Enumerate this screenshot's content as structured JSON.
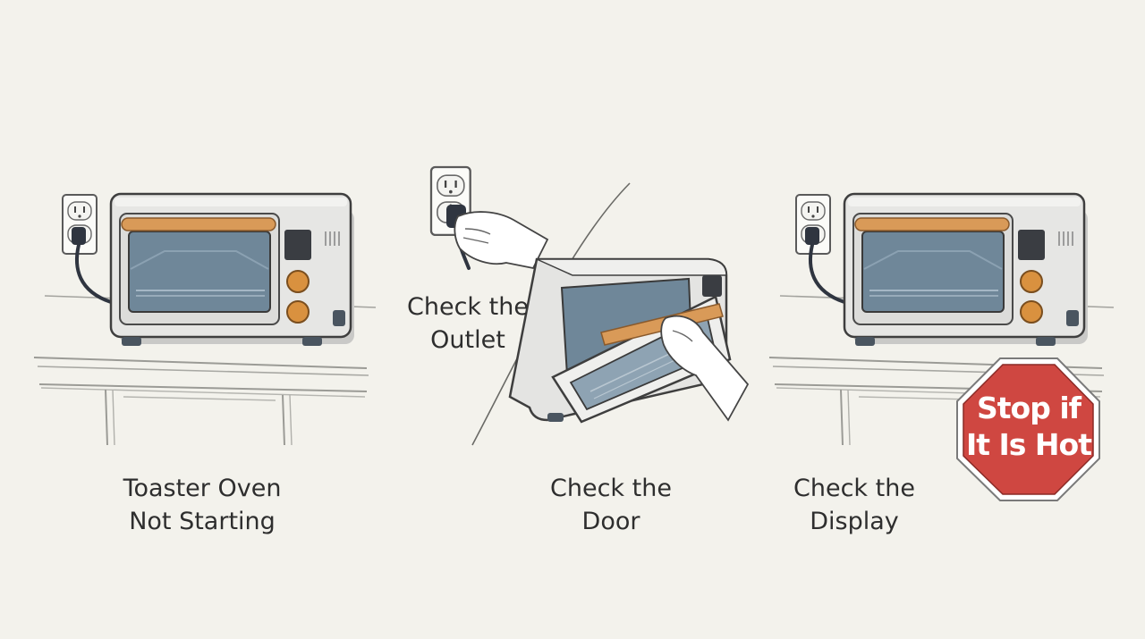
{
  "labels": {
    "start": {
      "line1": "Toaster Oven",
      "line2": "Not Starting"
    },
    "outlet": {
      "line1": "Check the",
      "line2": "Outlet"
    },
    "door": {
      "line1": "Check the",
      "line2": "Door"
    },
    "display": {
      "line1": "Check the",
      "line2": "Display"
    }
  },
  "stop_sign": {
    "line1": "Stop if",
    "line2": "It Is Hot"
  },
  "colors": {
    "background": "#f3f2ec",
    "oven_body": "#e4e4e2",
    "oven_window": "#6f8799",
    "handle": "#d99a58",
    "knob": "#d9913f",
    "stop_sign": "#cf4741",
    "skin": "#ffffff"
  },
  "icons": [
    "toaster-oven",
    "wall-outlet",
    "power-plug",
    "hand",
    "stop-sign"
  ]
}
